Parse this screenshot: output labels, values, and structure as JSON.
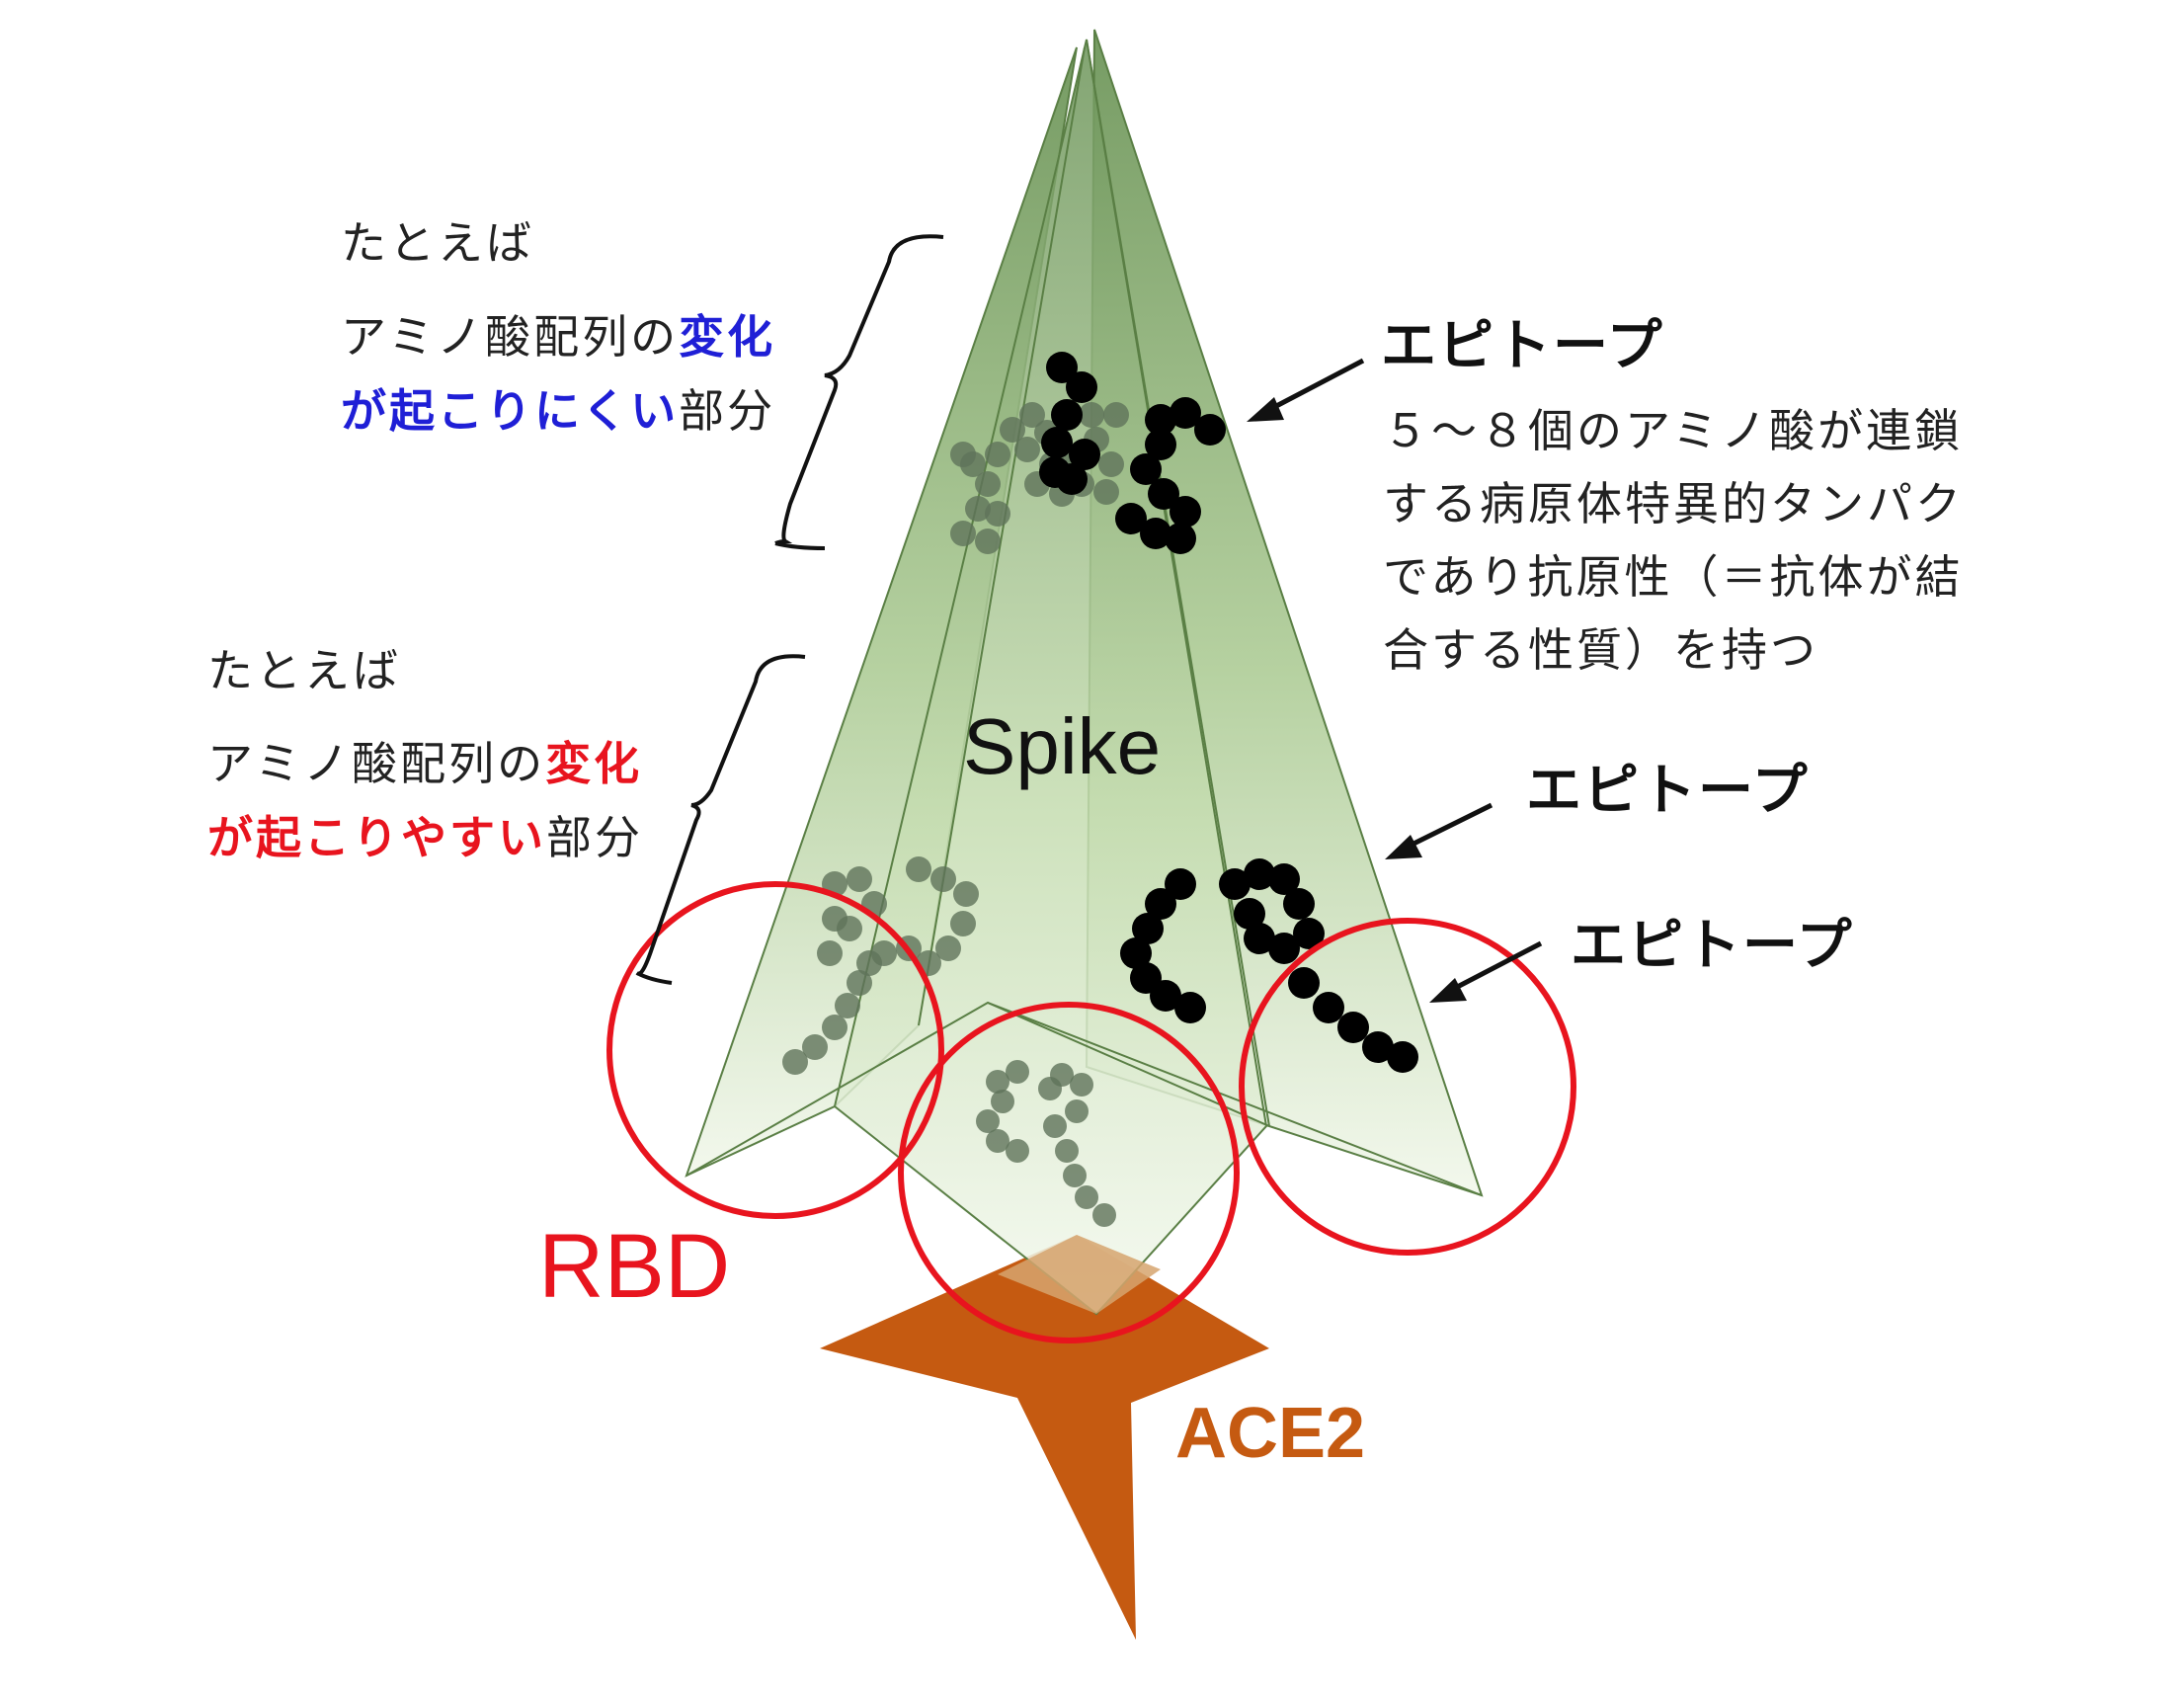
{
  "upper_note": {
    "line1": "たとえば",
    "line2_plain": "アミノ酸配列の",
    "line2_colored": "変化",
    "line3_colored": "が起こりにくい",
    "line3_plain": "部分",
    "color": "#1f1fd6"
  },
  "lower_note": {
    "line1": "たとえば",
    "line2_plain": "アミノ酸配列の",
    "line2_colored": "変化",
    "line3_colored": "が起こりやすい",
    "line3_plain": "部分",
    "color": "#e8141e"
  },
  "epitope_main": {
    "title": "エピトープ",
    "description": [
      "５～８個のアミノ酸が連鎖",
      "する病原体特異的タンパク",
      "であり抗原性（＝抗体が結",
      "合する性質）を持つ"
    ]
  },
  "epitope_labels": [
    "エピトープ",
    "エピトープ"
  ],
  "spike_label": "Spike",
  "rbd_label": "RBD",
  "ace2_label": "ACE2",
  "colors": {
    "spike_green": "#7fa86a",
    "rbd_circle": "#e8141e",
    "ace2": "#c55a11",
    "epitope_black": "#000000",
    "chain_gray": "#5f735a"
  }
}
